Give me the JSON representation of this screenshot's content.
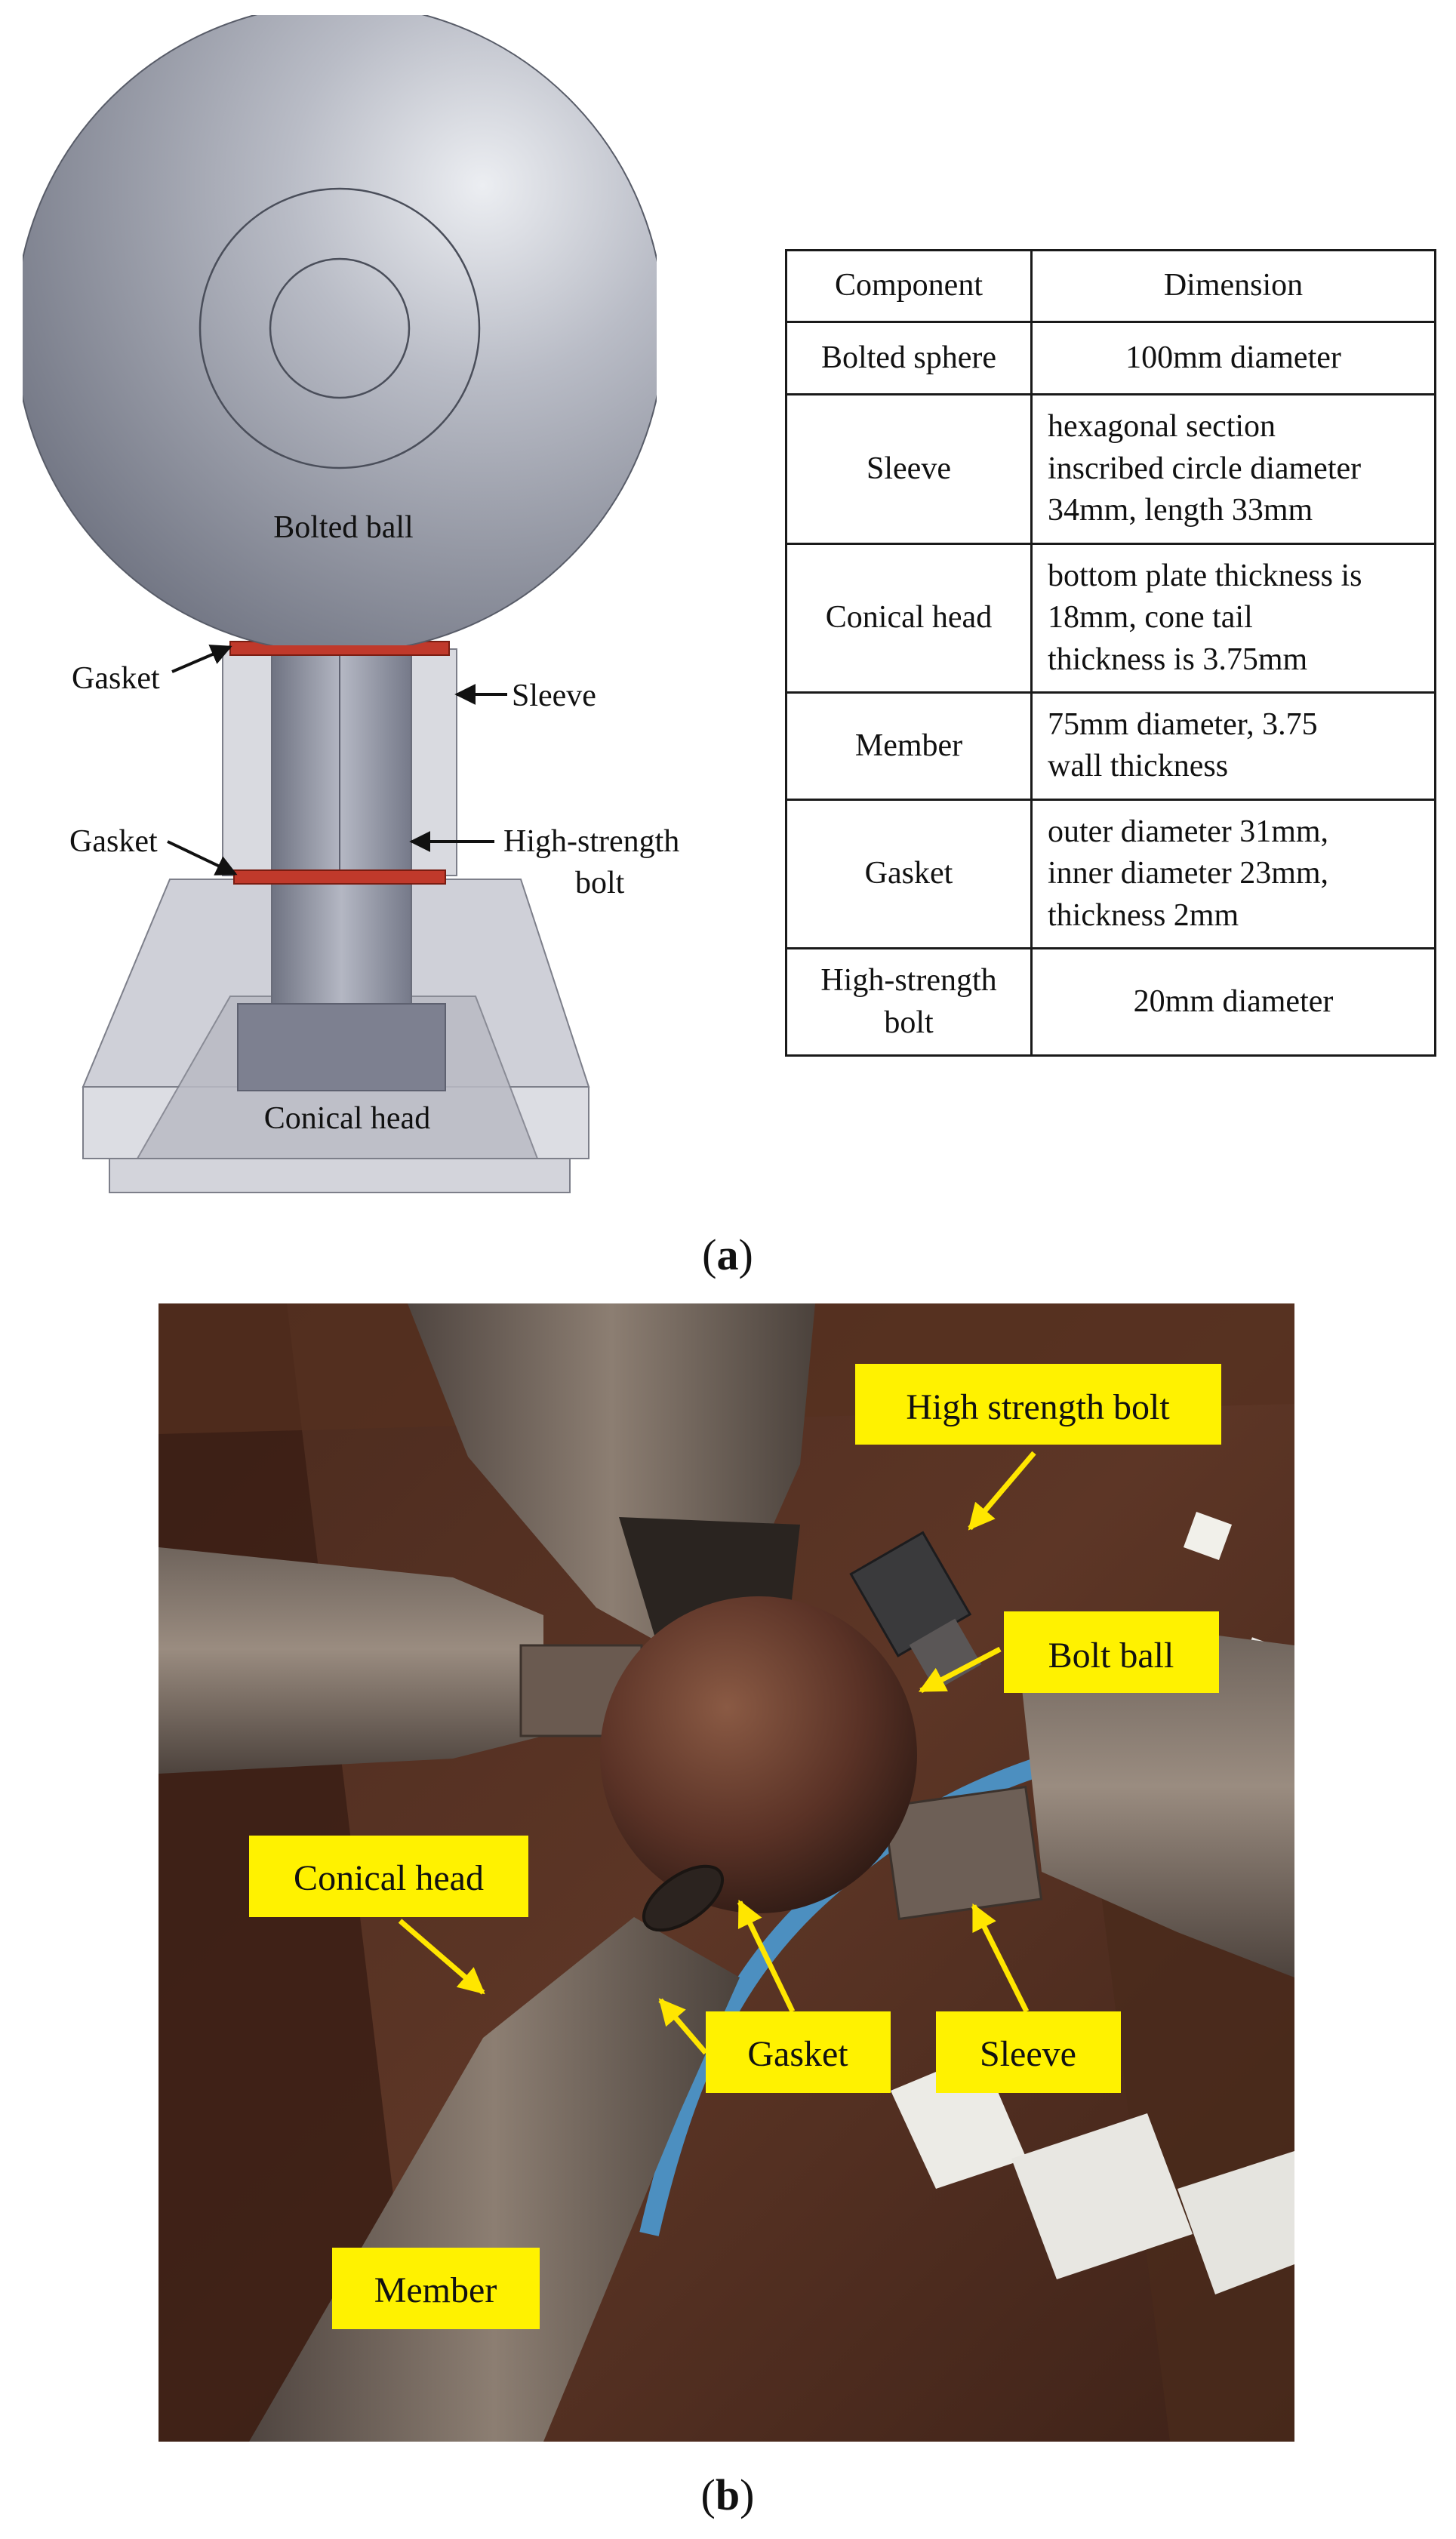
{
  "panel_a": {
    "drawing_labels": {
      "ball": "Bolted ball",
      "gasket_top": "Gasket",
      "gasket_bottom": "Gasket",
      "sleeve": "Sleeve",
      "bolt_line1": "High-strength",
      "bolt_line2": "bolt",
      "cone": "Conical head"
    },
    "table": {
      "headers": [
        "Component",
        "Dimension"
      ],
      "rows": [
        {
          "component": [
            "Bolted sphere"
          ],
          "dimension": [
            "100mm diameter"
          ]
        },
        {
          "component": [
            "Sleeve"
          ],
          "dimension": [
            "hexagonal section",
            "inscribed circle diameter",
            "34mm, length 33mm"
          ]
        },
        {
          "component": [
            "Conical head"
          ],
          "dimension": [
            "bottom plate thickness is",
            "18mm, cone tail",
            "thickness is 3.75mm"
          ]
        },
        {
          "component": [
            "Member"
          ],
          "dimension": [
            "75mm diameter, 3.75",
            "wall thickness"
          ]
        },
        {
          "component": [
            "Gasket"
          ],
          "dimension": [
            "outer diameter 31mm,",
            "inner diameter 23mm,",
            "thickness 2mm"
          ]
        },
        {
          "component": [
            "High-strength",
            "bolt"
          ],
          "dimension": [
            "20mm diameter"
          ]
        }
      ]
    },
    "caption": "a"
  },
  "panel_b": {
    "labels": {
      "bolt": "High strength bolt",
      "ball": "Bolt ball",
      "cone": "Conical head",
      "gasket": "Gasket",
      "sleeve": "Sleeve",
      "member": "Member"
    },
    "caption": "b"
  },
  "colors": {
    "label_fill": "#fff200",
    "arrow": "#ffe600",
    "gasket": "#c0392b",
    "ball_gray": "#8e929d"
  }
}
